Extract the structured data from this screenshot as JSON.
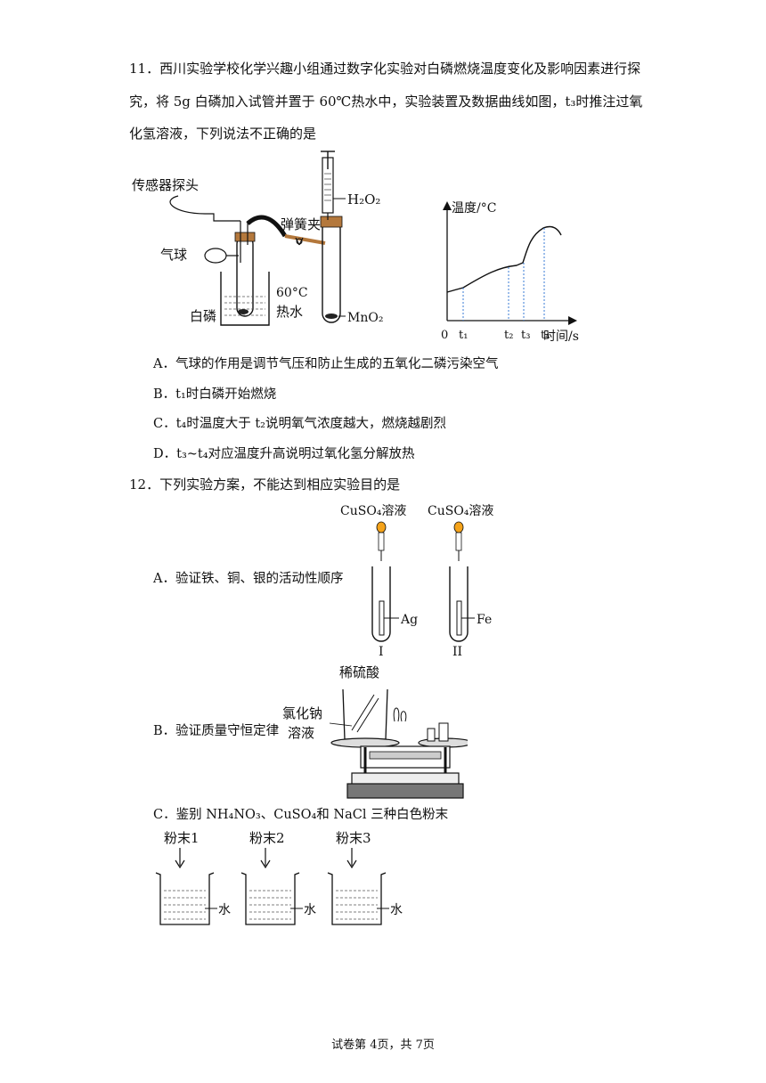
{
  "q11": {
    "line1": "11．西川实验学校化学兴趣小组通过数字化实验对白磷燃烧温度变化及影响因素进行探",
    "line2": "究，将 5g 白磷加入试管并置于 60℃热水中，实验装置及数据曲线如图，t₃时推注过氧",
    "line3": "化氢溶液，下列说法不正确的是",
    "apparatus": {
      "sensor": "传感器探头",
      "balloon": "气球",
      "phosphorus": "白磷",
      "water_temp": "60°C",
      "water": "热水",
      "clip": "弹簧夹",
      "h2o2": "H₂O₂",
      "mno2": "MnO₂"
    },
    "graph": {
      "ylabel": "温度/°C",
      "xlabel": "时间/s",
      "origin": "0",
      "ticks": [
        "t₁",
        "t₂",
        "t₃",
        "t₄"
      ]
    },
    "options": [
      "A．气球的作用是调节气压和防止生成的五氧化二磷污染空气",
      "B．t₁时白磷开始燃烧",
      "C．t₄时温度大于 t₂说明氧气浓度越大，燃烧越剧烈",
      "D．t₃~t₄对应温度升高说明过氧化氢分解放热"
    ]
  },
  "q12": {
    "stem": "12．下列实验方案，不能达到相应实验目的是",
    "a_text": "A．验证铁、铜、银的活动性顺序",
    "a_fig": {
      "reagent1": "CuSO₄溶液",
      "reagent2": "CuSO₄溶液",
      "metal1": "Ag",
      "metal2": "Fe",
      "tube1": "I",
      "tube2": "II"
    },
    "b_text": "B．验证质量守恒定律",
    "b_fig": {
      "acid": "稀硫酸",
      "salt_line1": "氯化钠",
      "salt_line2": "溶液"
    },
    "c_text": "C．鉴别 NH₄NO₃、CuSO₄和 NaCl 三种白色粉末",
    "c_fig": {
      "powders": [
        "粉末1",
        "粉末2",
        "粉末3"
      ],
      "water": "水"
    }
  },
  "footer": "试卷第 4页，共 7页"
}
